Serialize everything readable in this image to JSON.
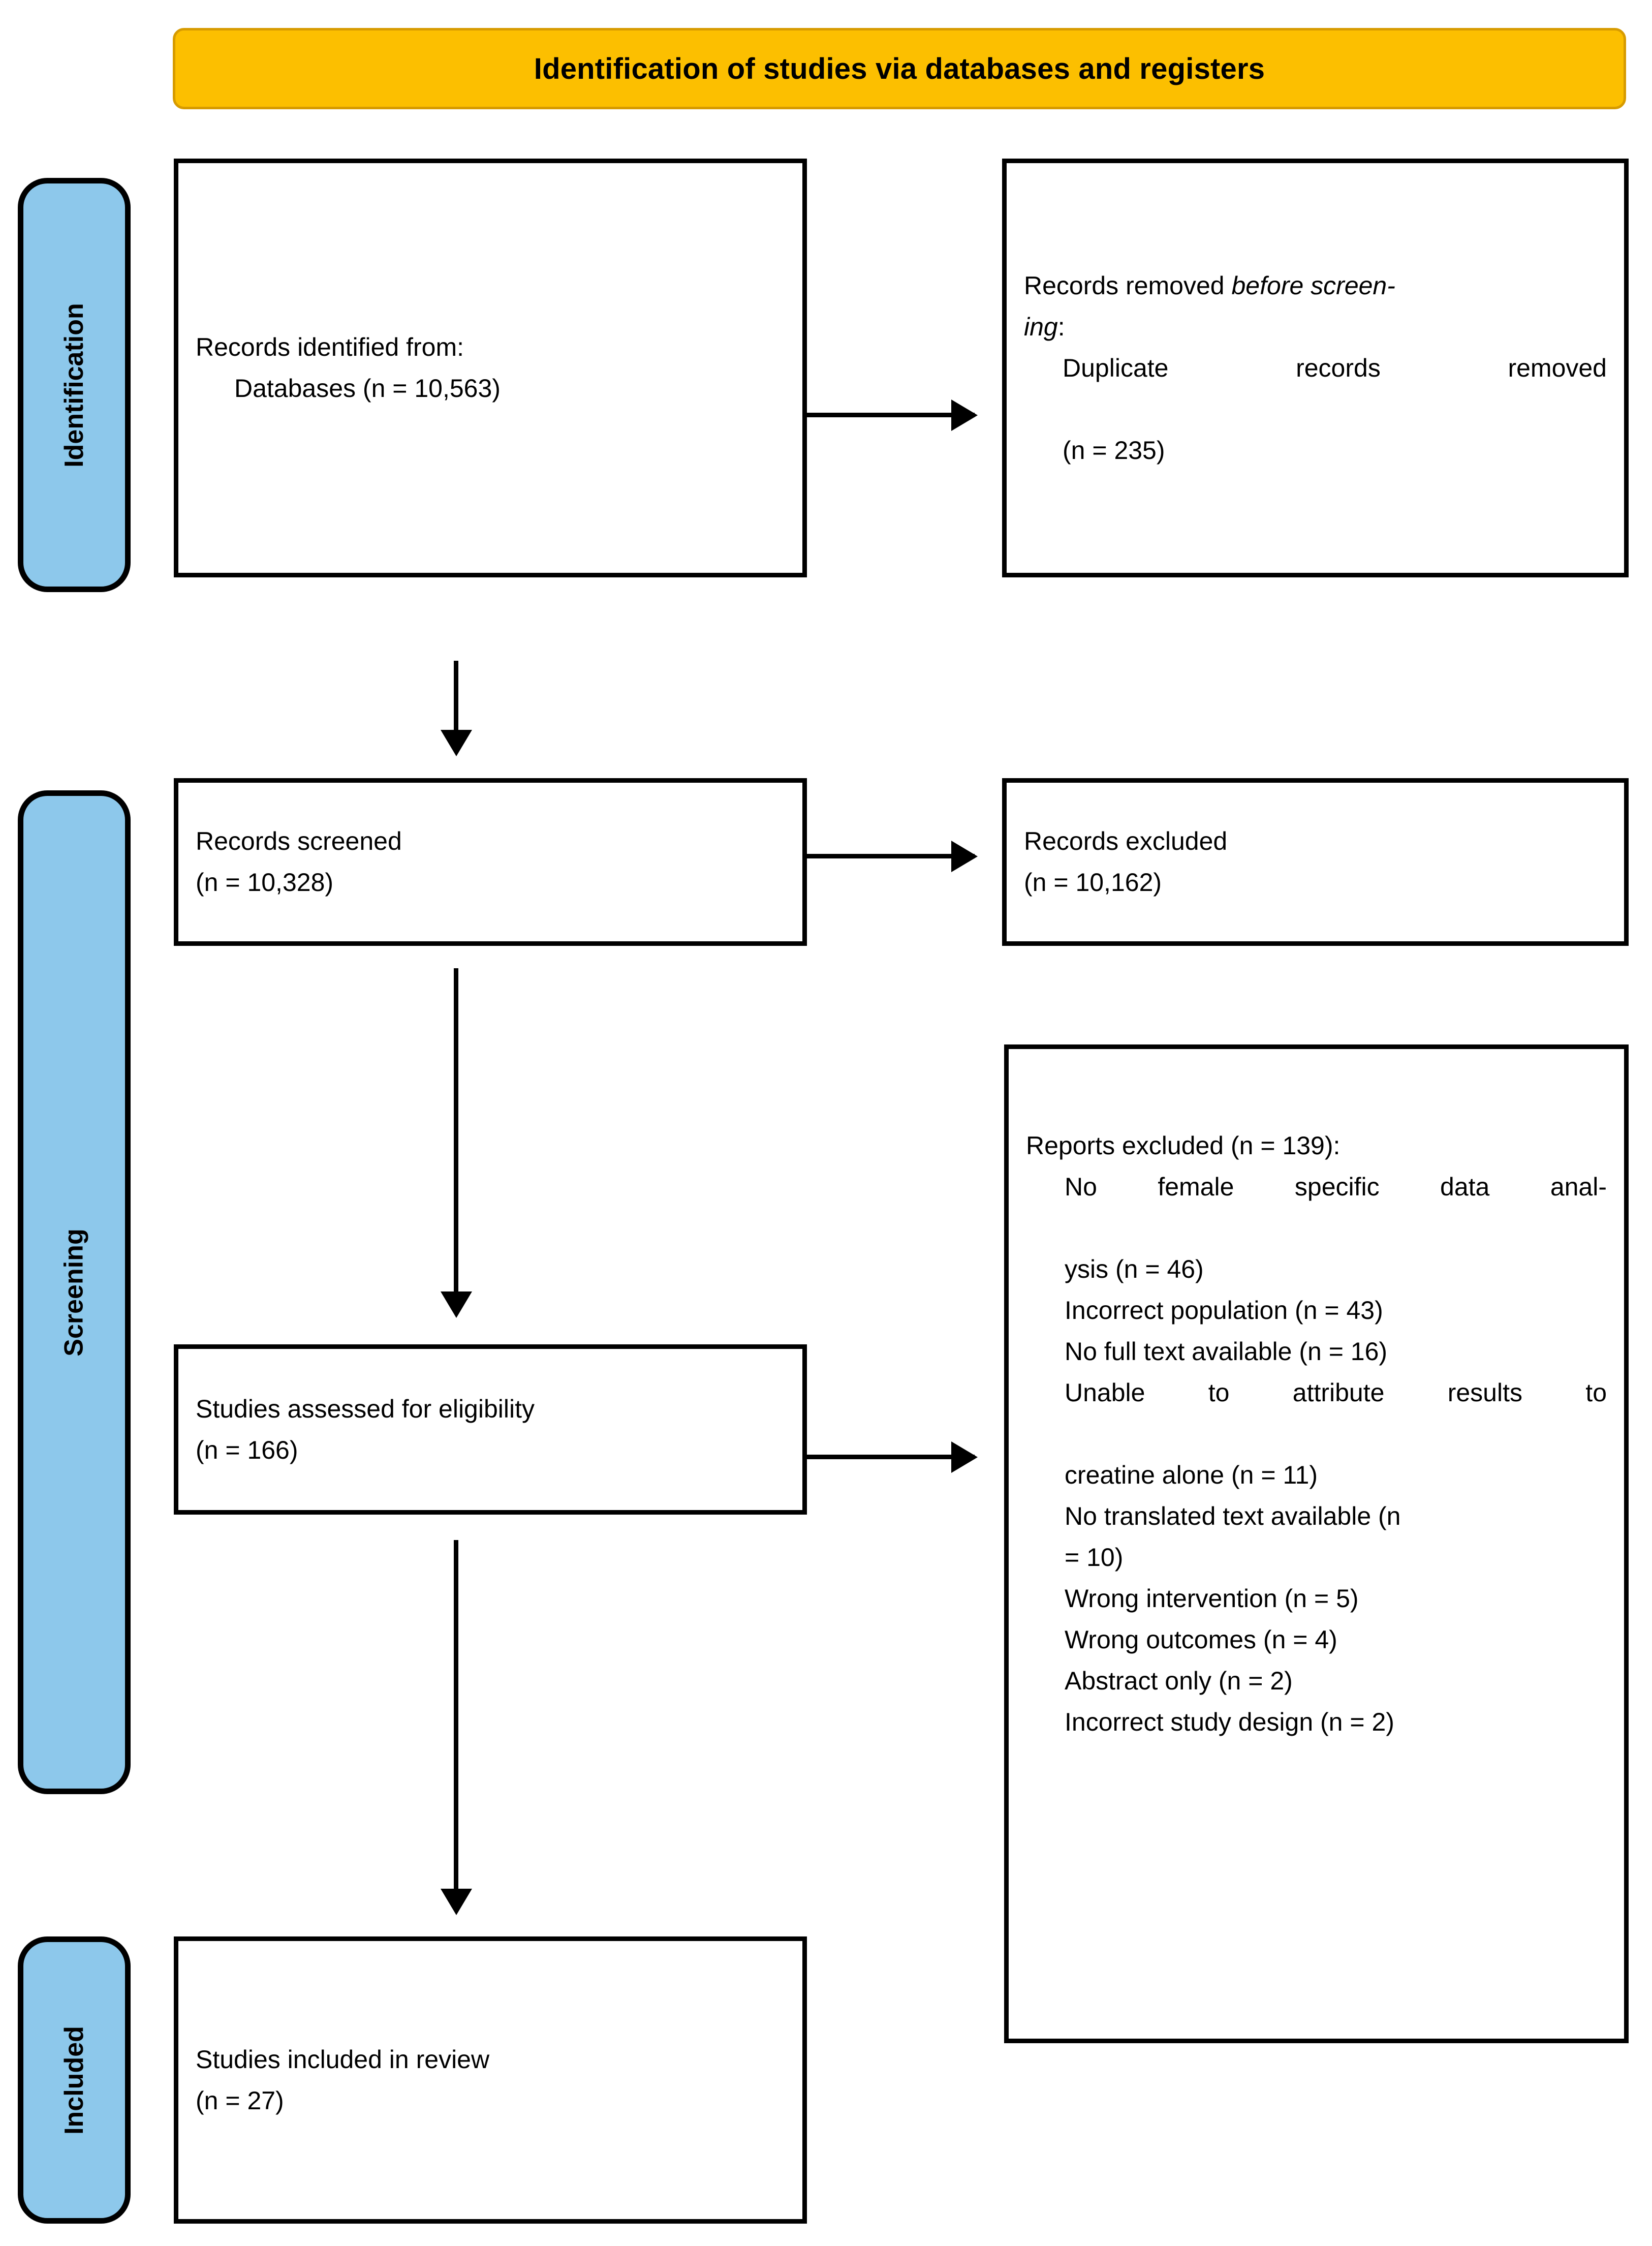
{
  "banner": {
    "title": "Identification of studies via databases and registers"
  },
  "stages": [
    {
      "key": "identification",
      "label": "Identification"
    },
    {
      "key": "screening",
      "label": "Screening"
    },
    {
      "key": "included",
      "label": "Included"
    }
  ],
  "boxes": {
    "records_identified": {
      "line1": "Records identified from:",
      "line2": "Databases (n = 10,563)"
    },
    "records_removed": {
      "line1a": "Records removed ",
      "line1b": "before screen-",
      "line2": "ing",
      "line2b": ":",
      "line3": "Duplicate records removed",
      "line4": "(n = 235)"
    },
    "records_screened": {
      "line1": "Records screened",
      "line2": "(n = 10,328)"
    },
    "records_excluded": {
      "line1": "Records excluded",
      "line2": "(n = 10,162)"
    },
    "studies_assessed": {
      "line1": "Studies assessed for eligibility",
      "line2": "(n = 166)"
    },
    "reports_excluded": {
      "heading": "Reports excluded (n = 139):",
      "items": [
        "No female specific data anal-",
        "ysis (n = 46)",
        "Incorrect population (n = 43)",
        "No full text available (n = 16)",
        "Unable to attribute results to",
        "creatine alone (n = 11)",
        "No translated text available (n",
        "= 10)",
        "Wrong intervention (n = 5)",
        "Wrong outcomes (n = 4)",
        "Abstract only (n = 2)",
        "Incorrect study design (n = 2)"
      ]
    },
    "studies_included": {
      "line1": "Studies included in review",
      "line2": "(n = 27)"
    }
  },
  "colors": {
    "banner_fill": "#fcbf00",
    "banner_border": "#d79b00",
    "stage_fill": "#8dc8eb",
    "stroke": "#000000",
    "box_fill": "#ffffff"
  }
}
